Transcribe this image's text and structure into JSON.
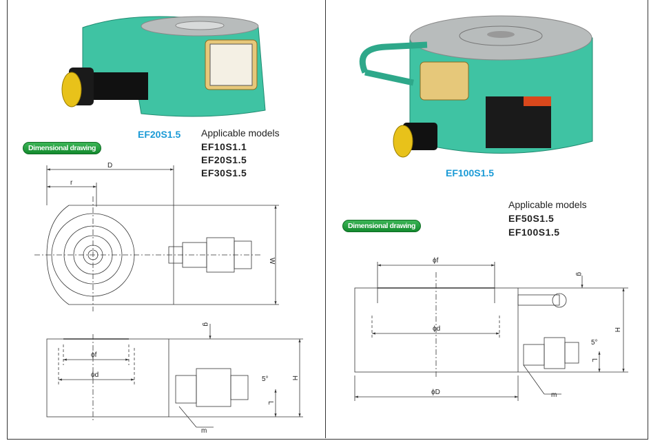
{
  "left_panel": {
    "caption": "EF20S1.5",
    "applicable_label": "Applicable models",
    "models": [
      "EF10S1.1",
      "EF20S1.5",
      "EF30S1.5"
    ],
    "badge": "Dimensional drawing",
    "dims": {
      "D": "D",
      "r": "r",
      "W": "W",
      "g": "g",
      "f": "ϕf",
      "d": "ϕd",
      "H": "H",
      "L": "L",
      "angle": "5°",
      "m": "m"
    }
  },
  "right_panel": {
    "caption": "EF100S1.5",
    "applicable_label": "Applicable models",
    "models": [
      "EF50S1.5",
      "EF100S1.5"
    ],
    "badge": "Dimensional drawing",
    "dims": {
      "f": "ϕf",
      "g": "g",
      "d": "ϕd",
      "D": "ϕD",
      "H": "H",
      "L": "L",
      "angle": "5°",
      "m": "m"
    }
  },
  "colors": {
    "body": "#3fc3a3",
    "caption": "#1a9ad6",
    "badge": "#22a040"
  }
}
